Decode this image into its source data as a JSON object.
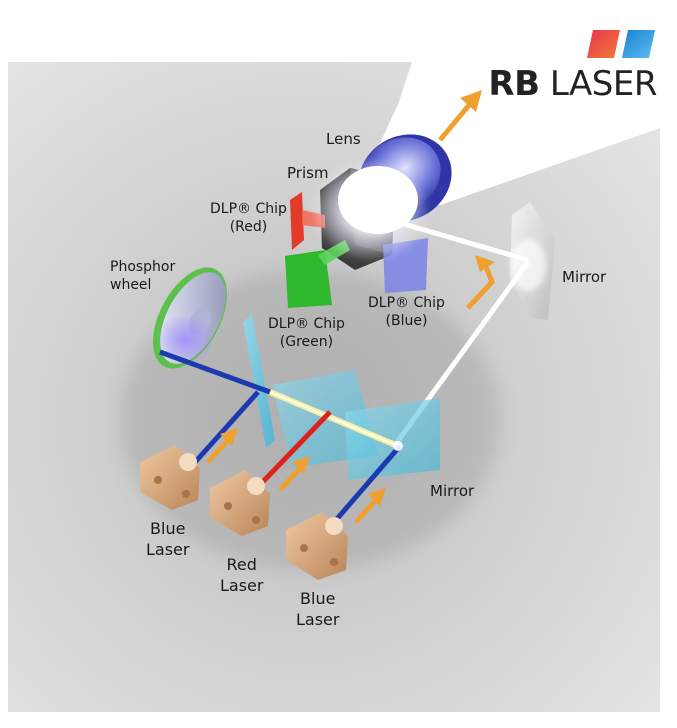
{
  "logo": {
    "brand_bold": "RB",
    "brand_light": "LASER",
    "tile_left_colors": [
      "#e8344c",
      "#f07a3a"
    ],
    "tile_right_colors": [
      "#1a7fd0",
      "#5cc0f2"
    ]
  },
  "labels": {
    "lens": "Lens",
    "prism": "Prism",
    "dlp_red": [
      "DLP® Chip",
      "(Red)"
    ],
    "dlp_green": [
      "DLP® Chip",
      "(Green)"
    ],
    "dlp_blue": [
      "DLP® Chip",
      "(Blue)"
    ],
    "phosphor_wheel": [
      "Phosphor",
      "wheel"
    ],
    "mirror_top": "Mirror",
    "mirror_bottom": "Mirror",
    "blue_laser_1": [
      "Blue",
      "Laser"
    ],
    "red_laser": [
      "Red",
      "Laser"
    ],
    "blue_laser_2": [
      "Blue",
      "Laser"
    ]
  },
  "colors": {
    "panel": "#dcdcdc",
    "arrow": "#f0a030",
    "blue_beam": "#1c3ab0",
    "red_beam": "#e0201c",
    "green_chip": "#2eb82e",
    "red_chip": "#e23b2a",
    "laser_body": "#e2b48c"
  }
}
